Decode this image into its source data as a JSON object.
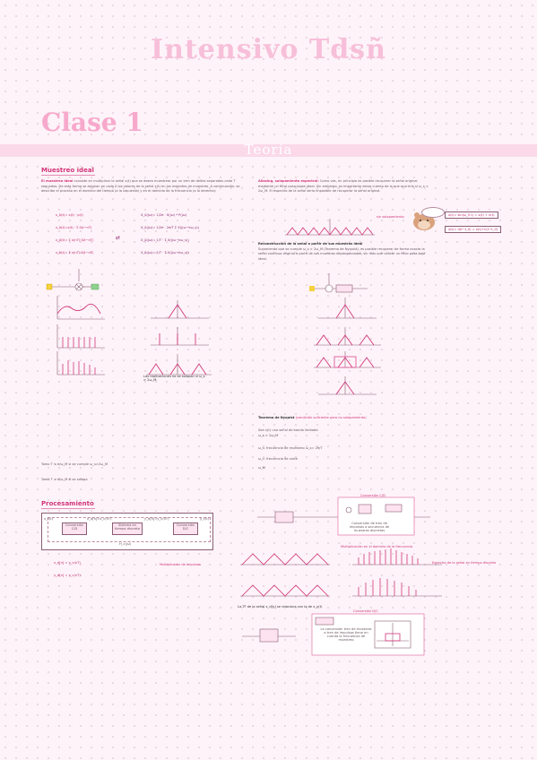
{
  "header": {
    "title": "Intensivo Tdsñ",
    "class_title": "Clase 1",
    "section_band": "Teoría"
  },
  "muestreo": {
    "heading": "Muestreo ideal",
    "paragraph_lead": "El muestreo ideal",
    "paragraph_rest": " consiste en multiplicar la señal x(t) que se desea muestrear por un tren de deltas separadas cada T segundos. De esta forma se asignan en cada δ los valores de la señal x(t) en los instantes de muestreo. A continuación, se describe el proceso en el dominio del tiempo (a la izquierda) y en el dominio de la frecuencia (a la derecha):",
    "equations_left": [
      "x_δ(t)= x(t) · p(t)",
      "x_δ(t)=x(t) · Σ δ(t−nT)",
      "x_δ(t)= Σ x(nT)·δ(t−nT)",
      "x_δ(t)= Σ x(nT)·δ(t−nT)"
    ],
    "equations_right": [
      "X_δ(jω)= 1/2π · X(jω) * P(jω)",
      "X_δ(jω)= 1/2π · 2π/T Σ X(j(ω−kω_s))",
      "X_δ(jω)= 1/T · Σ X(j(ω−kω_s))",
      "X_δ(jω)= 1/T · Σ X(j(ω−kω_s))"
    ],
    "note": "Las replicaciones no se solapan si ω_s > 2ω_M.",
    "note_T": "Tomo T ≤ π/ω_M   si se cumple ω_s>2ω_M",
    "note_T2": "Tomo T ≥ π/ω_M   si se solapa"
  },
  "aliasing": {
    "lead": "Aliasing, solapamiento espectral:",
    "text": " Como ves, en principio es posible recuperar la señal original mediante un filtro pasa-bajos ideal. Sin embargo, es importante darse cuenta de lo que ocurriría si ω_s < 2ω_M. El espectro de la señal sería imposible de recuperar la señal original.",
    "side_label": "sin solapamiento",
    "bubble1": "x(t)= sin(ω_0 t) = x(t) + n(t)",
    "bubble2": "x(t)= d(t−t_0) = x(t)+n(t−t_0)",
    "recon_title": "Reconstrucción de la señal a partir de sus muestras ideal",
    "recon_text": "Suponiendo que se cumple ω_s > 2ω_M (Teorema de Nyquist), es posible recuperar de forma exacta la señal continua original a partir de sus muestras equiespaciadas, sin más que utilizar un filtro pasa-bajo ideal."
  },
  "nyquist": {
    "title": "Teorema de Nyquist",
    "subtitle": "(condición suficiente para no solapamiento)",
    "items": [
      "Sea x(t) una señal de banda limitada",
      "ω_s > 2ω_M",
      "ω_s: frecuencia de muestreo ω_s= 2π/T",
      "ω_c: frecuencia de corte",
      "ω_M"
    ]
  },
  "procesamiento": {
    "heading": "Procesamiento",
    "block1": "Conversión C/D",
    "block2": "Sistema en tiempo discreto",
    "block3": "Conversión D/C",
    "sig_in": "x_c(t)",
    "sig_mid1": "x_d[n]=x_c(nT)",
    "sig_mid2": "y_d[n]=y_c(nT)",
    "sig_out": "y_c(t)",
    "system_label": "H_c(jω)",
    "eq1": "x_d[n] = x_c(nT)",
    "eq2": "y_d[n] = y_c(nT)",
    "right_block_title": "Conversión C/D",
    "right_block_text": "Conversión de tren de impulsos a secuencia de muestras discretas",
    "right_block2_title": "Conversión D/C",
    "right_block2_text": "La conversión tren de muestras a tren de impulsos tiene en cuenta la frecuencia de muestreo",
    "label_mult": "Multiplicador de impulsos",
    "label_dom": "Multiplicación en el dominio de la frecuencia",
    "label_spectrum": "Espectro de la señal en tiempo discreto",
    "label_relation": "La TF de la señal x_d[n] se relaciona con la de x_c(t)"
  }
}
